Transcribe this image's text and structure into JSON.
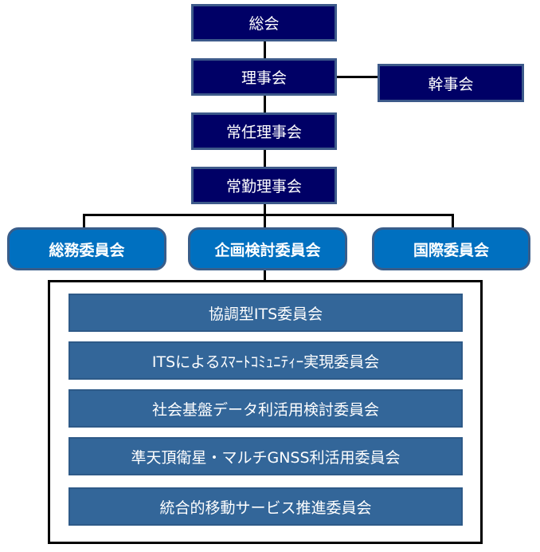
{
  "chart_data": {
    "type": "org-chart",
    "nodes": [
      {
        "id": "general-assembly",
        "label": "総会",
        "level": 0
      },
      {
        "id": "board",
        "label": "理事会",
        "level": 1,
        "parent": "general-assembly"
      },
      {
        "id": "secretariat",
        "label": "幹事会",
        "level": 1,
        "parent": "board",
        "relation": "side"
      },
      {
        "id": "standing-board",
        "label": "常任理事会",
        "level": 2,
        "parent": "board"
      },
      {
        "id": "full-time-board",
        "label": "常勤理事会",
        "level": 3,
        "parent": "standing-board"
      },
      {
        "id": "general-affairs",
        "label": "総務委員会",
        "level": 4,
        "parent": "full-time-board"
      },
      {
        "id": "planning",
        "label": "企画検討委員会",
        "level": 4,
        "parent": "full-time-board"
      },
      {
        "id": "international",
        "label": "国際委員会",
        "level": 4,
        "parent": "full-time-board"
      }
    ]
  },
  "executive": {
    "general_assembly": "総会",
    "board": "理事会",
    "secretariat": "幹事会",
    "standing_board": "常任理事会",
    "full_time_board": "常勤理事会"
  },
  "committees": {
    "general_affairs": "総務委員会",
    "planning": "企画検討委員会",
    "international": "国際委員会"
  },
  "subcommittees": [
    "協調型ITS委員会",
    "ITSによるｽﾏｰﾄｺﾐｭﾆﾃｨｰ実現委員会",
    "社会基盤データ利活用検討委員会",
    "準天頂衛星・マルチGNSS利活用委員会",
    "統合的移動サービス推進委員会"
  ],
  "colors": {
    "executive_fill": "#000066",
    "committee_fill": "#0070c0",
    "subcommittee_fill": "#336699",
    "connector": "#000000"
  }
}
